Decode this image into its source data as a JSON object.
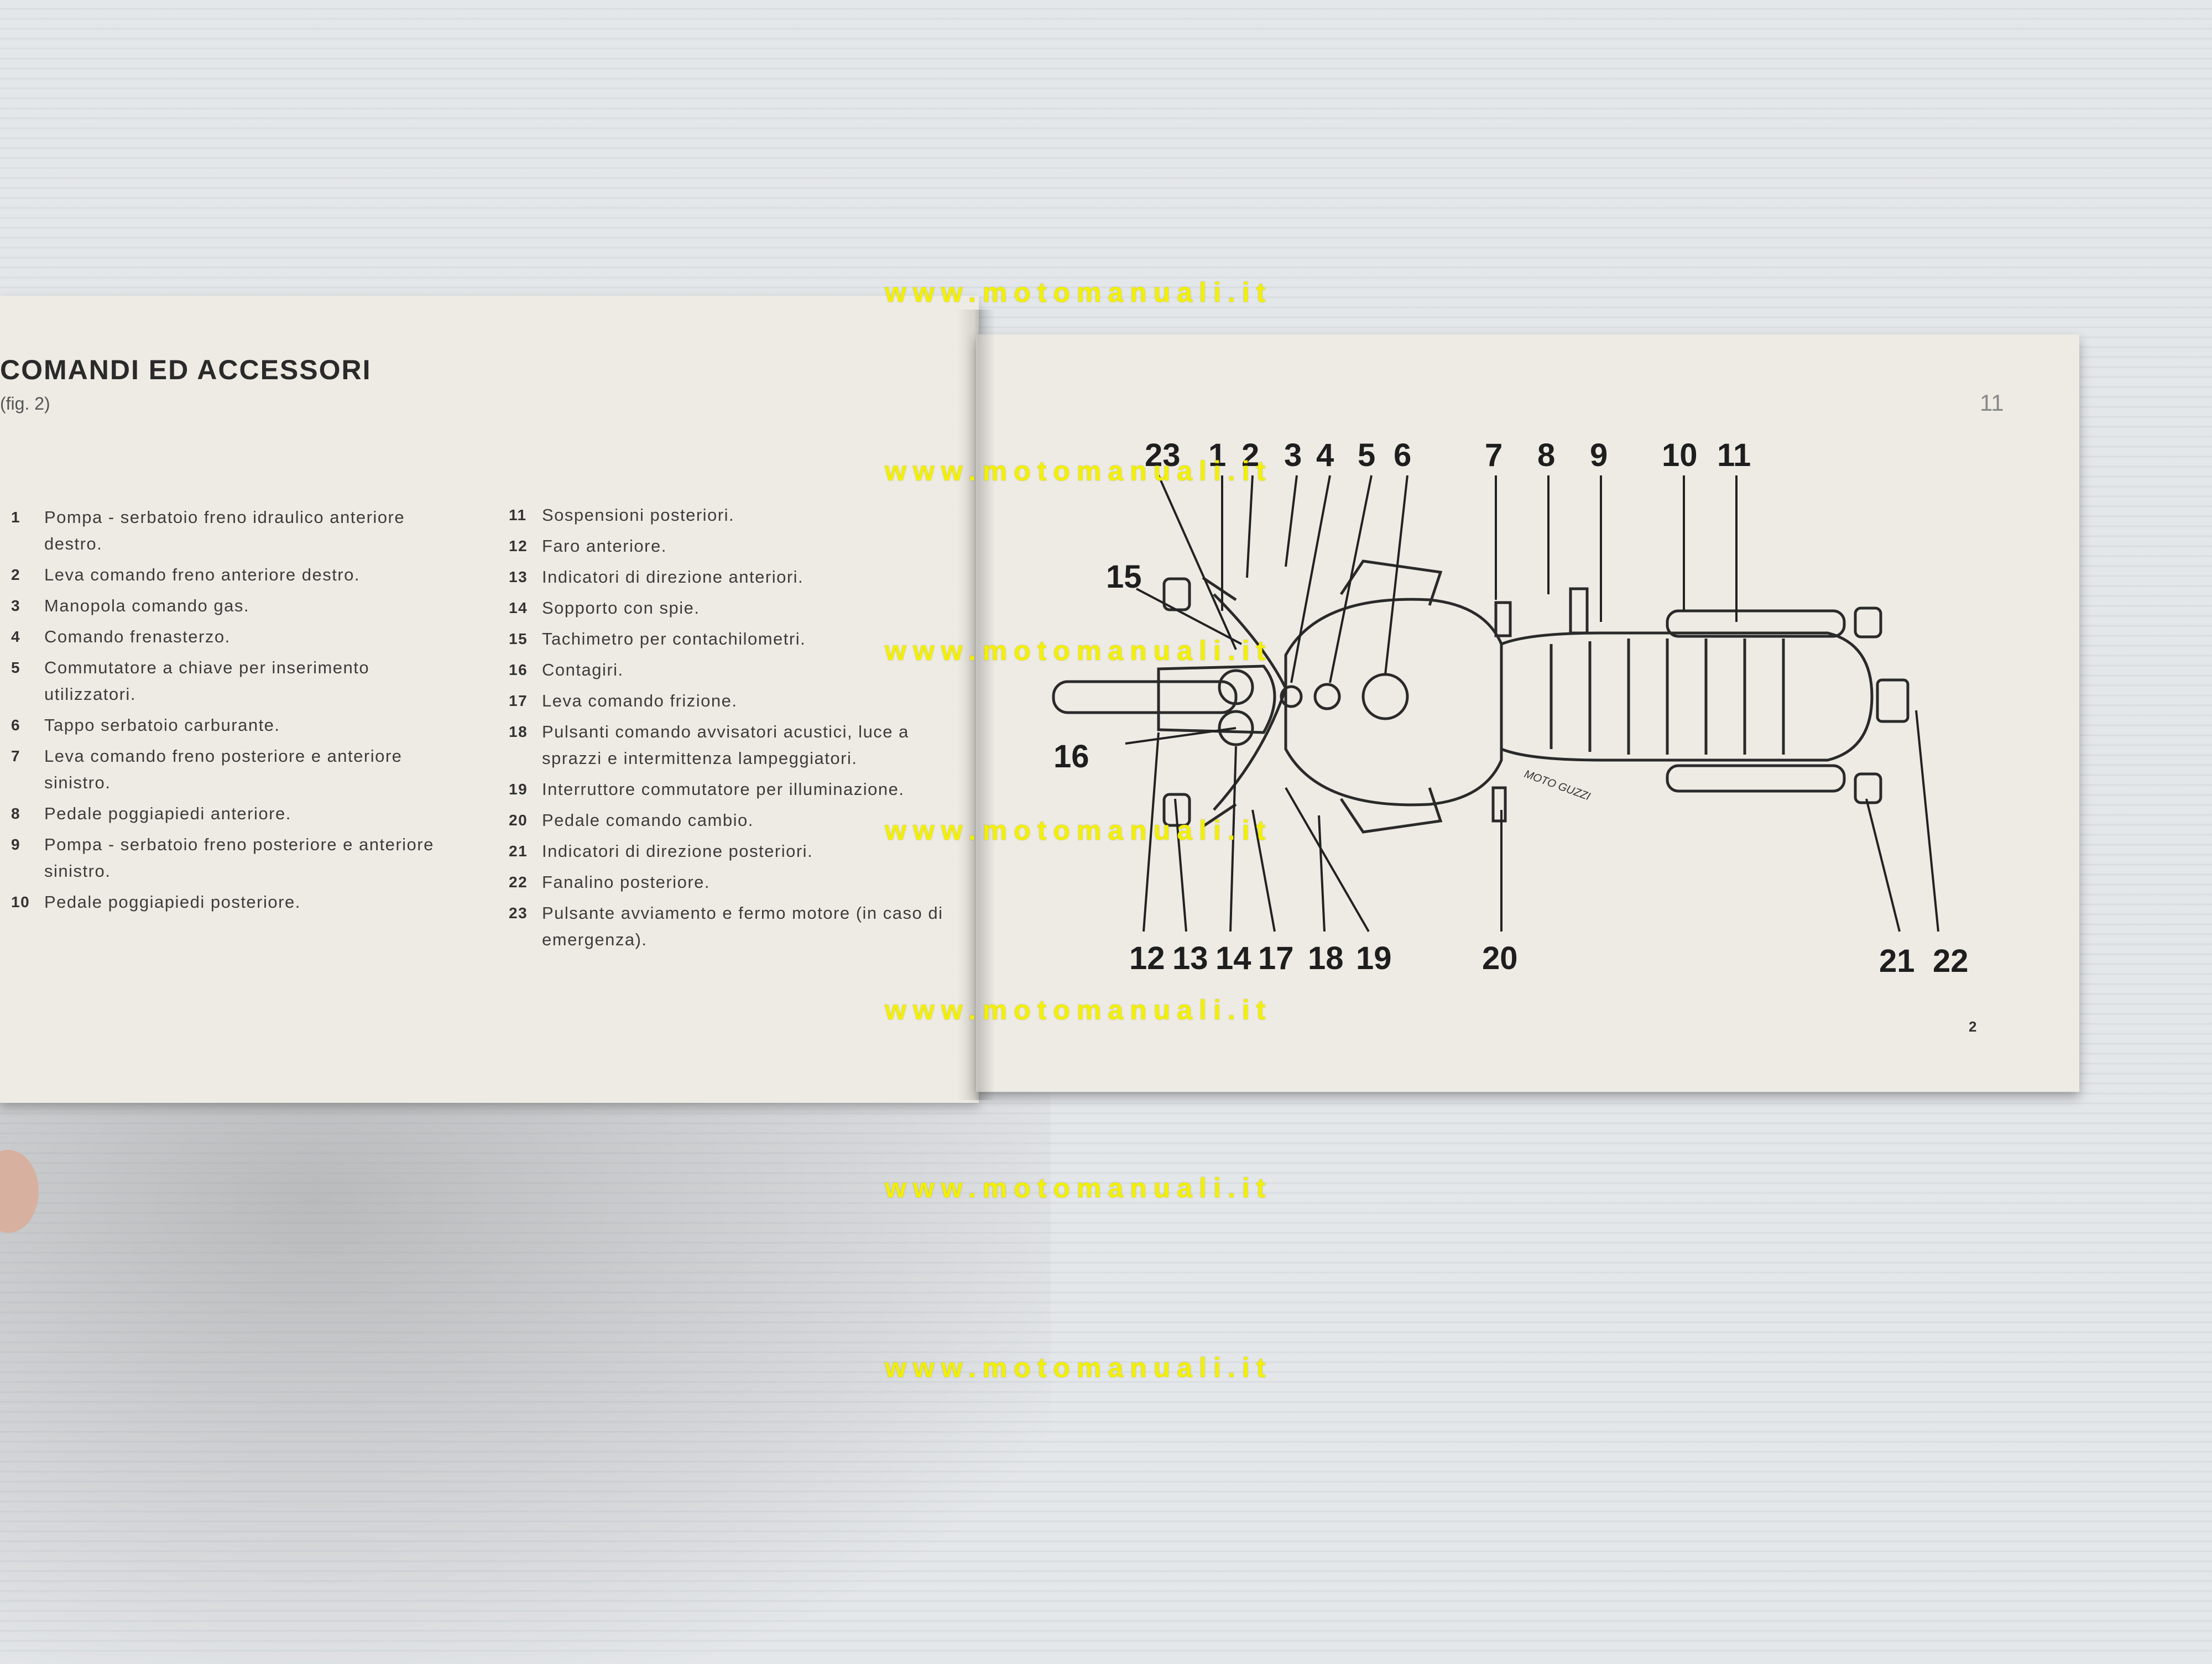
{
  "left_page": {
    "heading": "COMANDI ED ACCESSORI",
    "figref": "(fig. 2)",
    "items_col1": [
      {
        "num": "1",
        "text": "Pompa - serbatoio freno idraulico anteriore destro."
      },
      {
        "num": "2",
        "text": "Leva comando freno anteriore destro."
      },
      {
        "num": "3",
        "text": "Manopola comando gas."
      },
      {
        "num": "4",
        "text": "Comando frenasterzo."
      },
      {
        "num": "5",
        "text": "Commutatore a chiave per inserimento utilizzatori."
      },
      {
        "num": "6",
        "text": "Tappo serbatoio carburante."
      },
      {
        "num": "7",
        "text": "Leva comando freno posteriore e anteriore sinistro."
      },
      {
        "num": "8",
        "text": "Pedale poggiapiedi anteriore."
      },
      {
        "num": "9",
        "text": "Pompa - serbatoio freno posteriore e anteriore sinistro."
      },
      {
        "num": "10",
        "text": "Pedale poggiapiedi posteriore."
      }
    ],
    "items_col2": [
      {
        "num": "11",
        "text": "Sospensioni posteriori."
      },
      {
        "num": "12",
        "text": "Faro anteriore."
      },
      {
        "num": "13",
        "text": "Indicatori di direzione anteriori."
      },
      {
        "num": "14",
        "text": "Sopporto con spie."
      },
      {
        "num": "15",
        "text": "Tachimetro per contachilometri."
      },
      {
        "num": "16",
        "text": "Contagiri."
      },
      {
        "num": "17",
        "text": "Leva comando frizione."
      },
      {
        "num": "18",
        "text": "Pulsanti comando avvisatori acustici, luce a sprazzi e intermittenza lampeggiatori."
      },
      {
        "num": "19",
        "text": "Interruttore commutatore per illuminazione."
      },
      {
        "num": "20",
        "text": "Pedale comando cambio."
      },
      {
        "num": "21",
        "text": "Indicatori di direzione posteriori."
      },
      {
        "num": "22",
        "text": "Fanalino posteriore."
      },
      {
        "num": "23",
        "text": "Pulsante avviamento e fermo motore (in caso di emergenza)."
      }
    ]
  },
  "right_page": {
    "page_number": "11",
    "figure_number": "2",
    "callouts_top": [
      "23",
      "1",
      "2",
      "3",
      "4",
      "5",
      "6",
      "7",
      "8",
      "9",
      "10",
      "11"
    ],
    "callouts_side": [
      "15",
      "16"
    ],
    "callouts_bottom": [
      "12",
      "13",
      "14",
      "17",
      "18",
      "19",
      "20",
      "21",
      "22"
    ],
    "tank_brand": "MOTO GUZZI"
  },
  "watermark": {
    "text": "www.motomanuali.it",
    "color": "#f3f000"
  }
}
